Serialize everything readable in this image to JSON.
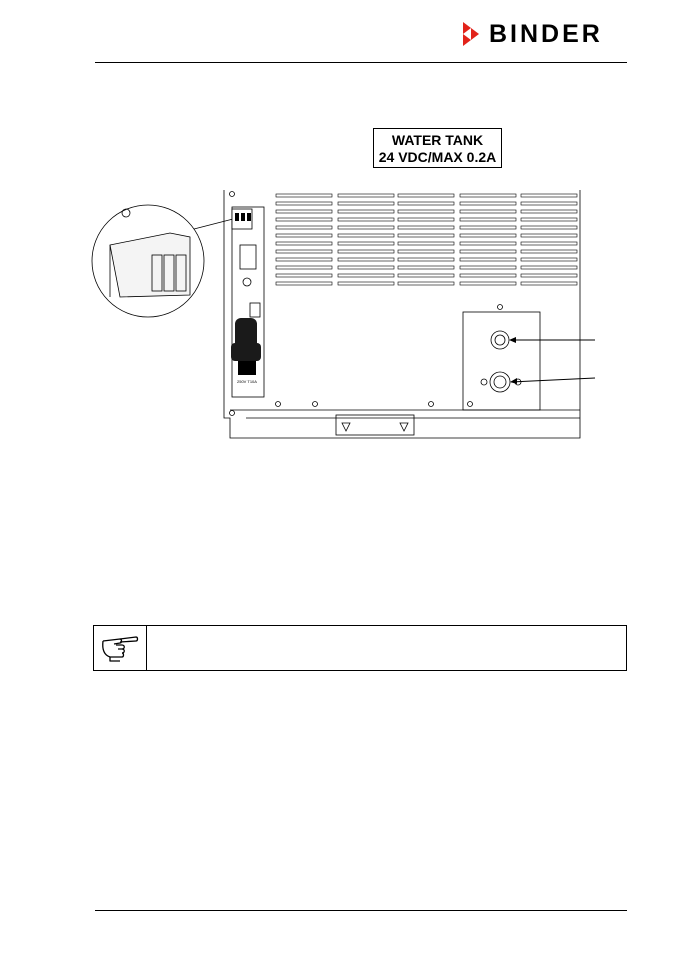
{
  "header": {
    "logo_text": "BINDER",
    "logo_color": "#e2231a"
  },
  "figure": {
    "label_line1": "WATER TANK",
    "label_line2": "24 VDC/MAX 0.2A"
  },
  "note": {
    "icon": "pointing-hand-icon",
    "text": ""
  }
}
